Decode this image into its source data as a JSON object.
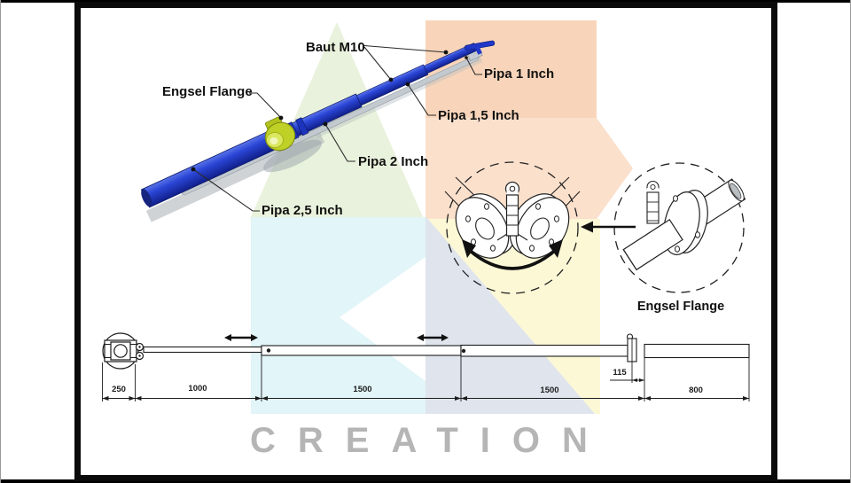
{
  "page": {
    "watermark_text": "CREATION",
    "labels_3d": {
      "baut_m10": "Baut M10",
      "engsel_flange": "Engsel Flange",
      "pipa_1": "Pipa 1 Inch",
      "pipa_1_5": "Pipa 1,5 Inch",
      "pipa_2": "Pipa 2 Inch",
      "pipa_2_5": "Pipa 2,5 Inch"
    },
    "detail_view": {
      "caption": "Engsel Flange"
    },
    "dims": [
      "250",
      "1000",
      "1500",
      "1500",
      "115",
      "800"
    ],
    "colors": {
      "pipe_blue": "#2047cc",
      "flange_lime": "#bfd026",
      "watermark_green": "#e9f2dc",
      "watermark_peach": "#f8d5ba",
      "watermark_peach_light": "#fbe0cc",
      "watermark_yellow": "#fcf8d6",
      "watermark_cyan": "#e2f5f8",
      "watermark_gray": "#dfe4ed",
      "creation_gray": "#b5b5b5"
    }
  }
}
